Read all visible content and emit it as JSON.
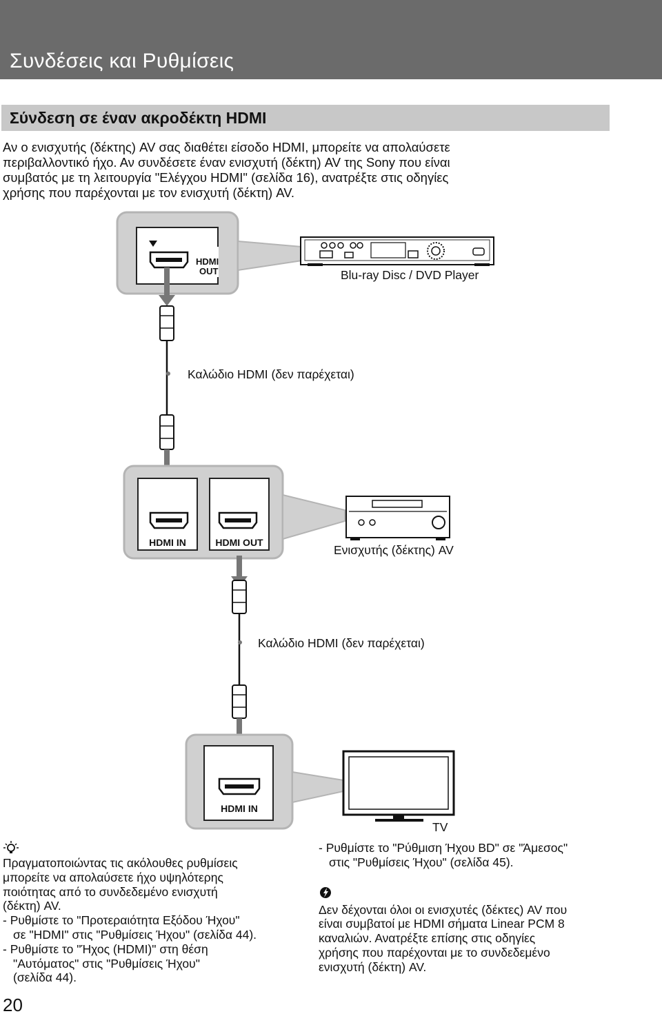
{
  "header": {
    "title": "Συνδέσεις και Ρυθμίσεις"
  },
  "section": {
    "title": "Σύνδεση σε έναν ακροδέκτη HDMI"
  },
  "intro": {
    "lines": [
      "Αν ο ενισχυτής (δέκτης) AV σας διαθέτει είσοδο HDMI, μπορείτε να απολαύσετε",
      "περιβαλλοντικό ήχο. Αν συνδέσετε έναν ενισχυτή (δέκτη) AV της Sony που είναι",
      "συμβατός με τη λειτουργία \"Ελέγχου HDMI\" (σελίδα 16), ανατρέξτε στις οδηγίες",
      "χρήσης που παρέχονται με τον ενισχυτή (δέκτη) AV."
    ]
  },
  "diagram": {
    "player_port_label_line1": "HDMI",
    "player_port_label_line2": "OUT",
    "player_label": "Blu-ray Disc / DVD Player",
    "cable1_label": "Καλώδιο HDMI (δεν παρέχεται)",
    "amp_in_label": "HDMI IN",
    "amp_out_label": "HDMI OUT",
    "amp_label": "Ενισχυτής (δέκτης) AV",
    "cable2_label": "Καλώδιο HDMI (δεν παρέχεται)",
    "tv_port_label": "HDMI IN",
    "tv_label": "TV"
  },
  "tip": {
    "icon": "lightbulb-icon",
    "intro": [
      "Πραγματοποιώντας τις ακόλουθες ρυθμίσεις",
      "μπορείτε να απολαύσετε ήχο υψηλότερης",
      "ποιότητας από το συνδεδεμένο ενισχυτή",
      "(δέκτη) AV."
    ],
    "bullet1": [
      "- Ρυθμίστε το \"Προτεραιότητα Εξόδου Ήχου\"",
      "σε \"HDMI\" στις \"Ρυθμίσεις Ήχου\" (σελίδα 44)."
    ],
    "bullet2": [
      "- Ρυθμίστε το \"Ήχος (HDMI)\" στη θέση",
      "\"Αυτόματος\" στις \"Ρυθμίσεις Ήχου\"",
      "(σελίδα 44)."
    ]
  },
  "right": {
    "bullet3": [
      "- Ρυθμίστε το \"Ρύθμιση Ήχου BD\" σε \"Άμεσος\"",
      "στις \"Ρυθμίσεις Ήχου\" (σελίδα 45)."
    ],
    "note_icon": "caution-icon",
    "note": [
      "Δεν δέχονται όλοι οι ενισχυτές (δέκτες) AV που",
      "είναι συμβατοί με HDMI σήματα Linear PCM 8",
      "καναλιών. Ανατρέξτε επίσης στις οδηγίες",
      "χρήσης που παρέχονται με το συνδεδεμένο",
      "ενισχυτή (δέκτη) AV."
    ]
  },
  "page": {
    "number": "20"
  }
}
